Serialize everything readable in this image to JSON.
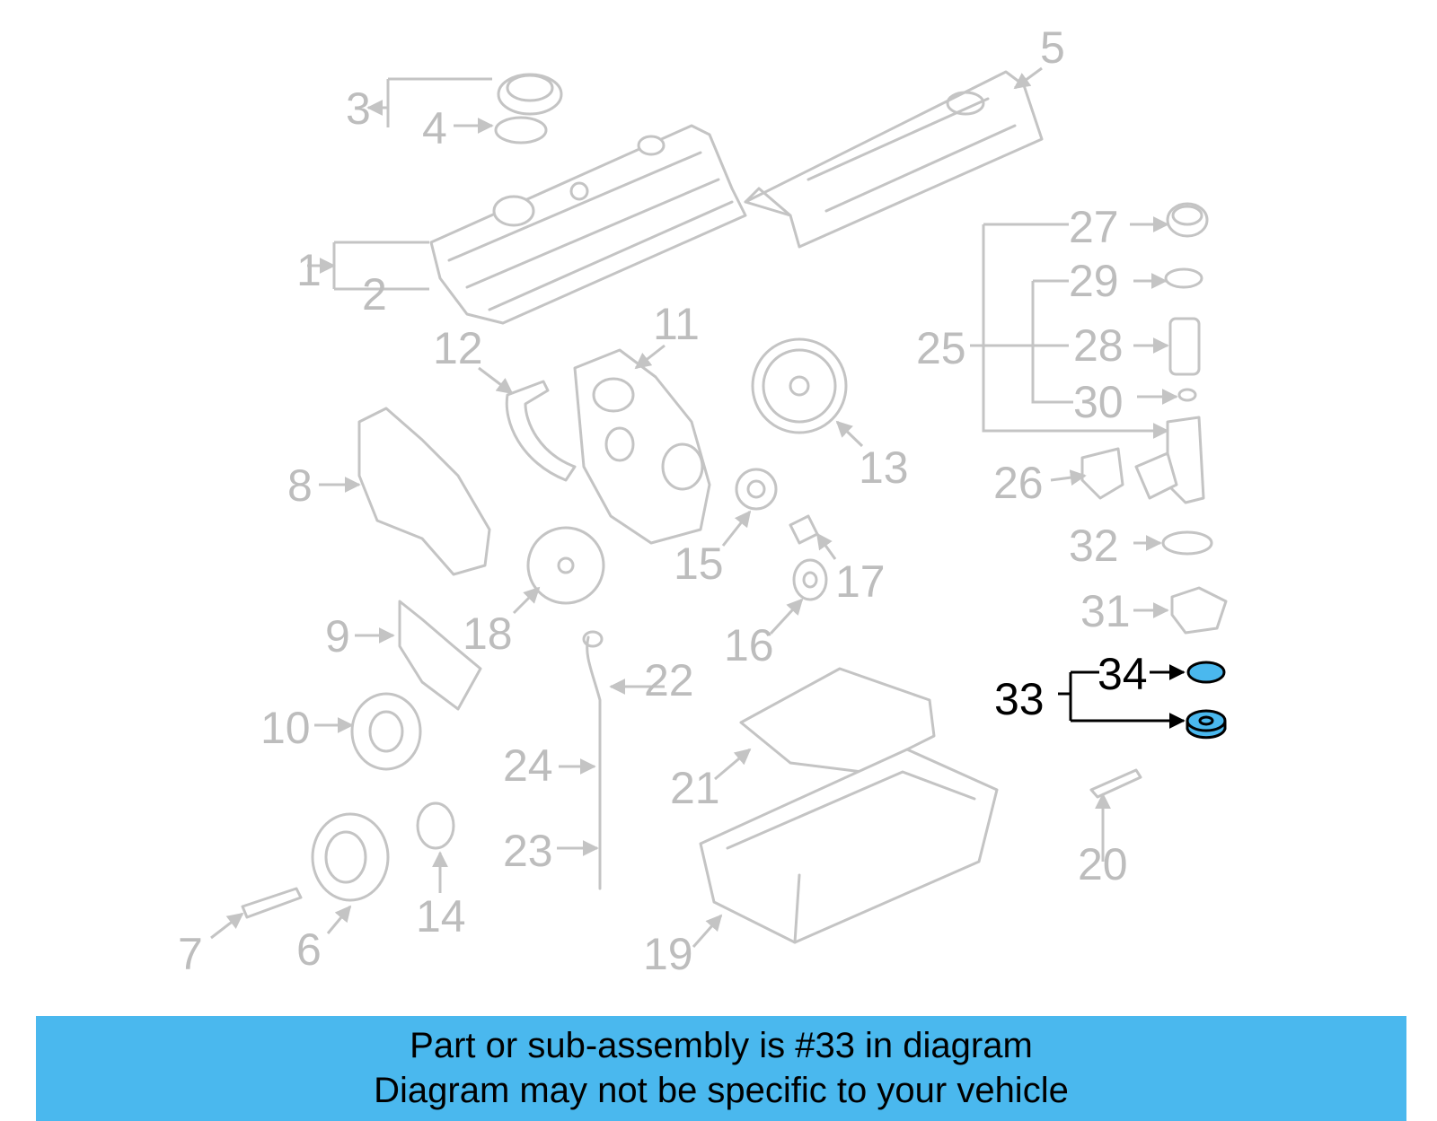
{
  "colors": {
    "highlight": "#4ab8ee",
    "part_line": "#c4c4c4",
    "label_gray": "#bdbdbd"
  },
  "callouts": {
    "c1": "1",
    "c2": "2",
    "c3": "3",
    "c4": "4",
    "c5": "5",
    "c6": "6",
    "c7": "7",
    "c8": "8",
    "c9": "9",
    "c10": "10",
    "c11": "11",
    "c12": "12",
    "c13": "13",
    "c14": "14",
    "c15": "15",
    "c16": "16",
    "c17": "17",
    "c18": "18",
    "c19": "19",
    "c20": "20",
    "c21": "21",
    "c22": "22",
    "c23": "23",
    "c24": "24",
    "c25": "25",
    "c26": "26",
    "c27": "27",
    "c28": "28",
    "c29": "29",
    "c30": "30",
    "c31": "31",
    "c32": "32",
    "c33": "33",
    "c34": "34"
  },
  "banner": {
    "line1": "Part or sub-assembly is #33 in diagram",
    "line2": "Diagram may not be specific to your vehicle"
  }
}
